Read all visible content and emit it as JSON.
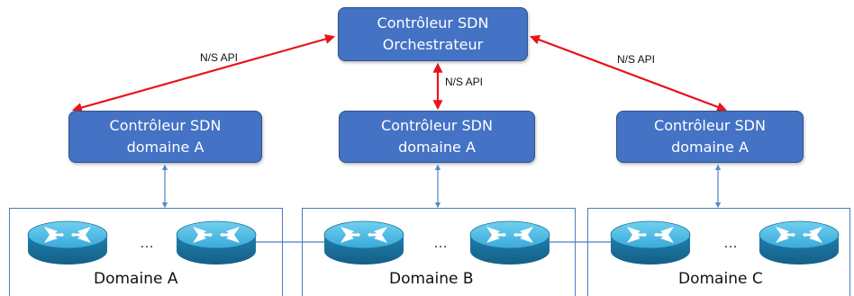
{
  "controllers": {
    "orchestrator": {
      "line1": "Contrôleur SDN",
      "line2": "Orchestrateur"
    },
    "domain_a": {
      "line1": "Contrôleur SDN",
      "line2": "domaine A"
    },
    "domain_b": {
      "line1": "Contrôleur SDN",
      "line2": "domaine A"
    },
    "domain_c": {
      "line1": "Contrôleur SDN",
      "line2": "domaine A"
    }
  },
  "api_labels": {
    "left": "N/S API",
    "center": "N/S API",
    "right": "N/S API"
  },
  "domains": {
    "a": "Domaine A",
    "b": "Domaine B",
    "c": "Domaine C"
  },
  "ellipsis": "…",
  "colors": {
    "controller_fill": "#4472c4",
    "controller_border": "#2f528f",
    "api_link": "#e8141a",
    "control_link": "#5a8ac6",
    "domain_border": "#4a7ebb",
    "router_top": "#4ab8e3",
    "router_side": "#1f7fae"
  },
  "icons": {
    "router": "router-icon"
  }
}
